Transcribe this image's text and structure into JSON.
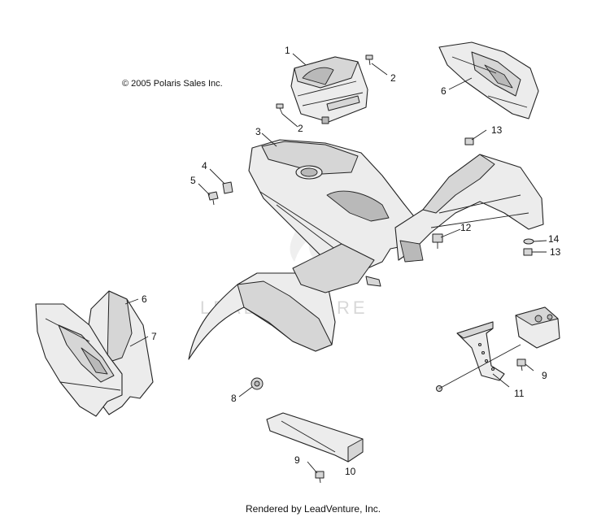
{
  "copyright": "© 2005 Polaris Sales Inc.",
  "footer": "Rendered by LeadVenture, Inc.",
  "watermark": "LEADVENTURE",
  "callouts": [
    {
      "id": "c1",
      "label": "1"
    },
    {
      "id": "c2a",
      "label": "2"
    },
    {
      "id": "c2b",
      "label": "2"
    },
    {
      "id": "c3",
      "label": "3"
    },
    {
      "id": "c4",
      "label": "4"
    },
    {
      "id": "c5",
      "label": "5"
    },
    {
      "id": "c6a",
      "label": "6"
    },
    {
      "id": "c6b",
      "label": "6"
    },
    {
      "id": "c7",
      "label": "7"
    },
    {
      "id": "c8",
      "label": "8"
    },
    {
      "id": "c9a",
      "label": "9"
    },
    {
      "id": "c9b",
      "label": "9"
    },
    {
      "id": "c10",
      "label": "10"
    },
    {
      "id": "c11",
      "label": "11"
    },
    {
      "id": "c12",
      "label": "12"
    },
    {
      "id": "c13a",
      "label": "13"
    },
    {
      "id": "c13b",
      "label": "13"
    },
    {
      "id": "c14",
      "label": "14"
    }
  ]
}
